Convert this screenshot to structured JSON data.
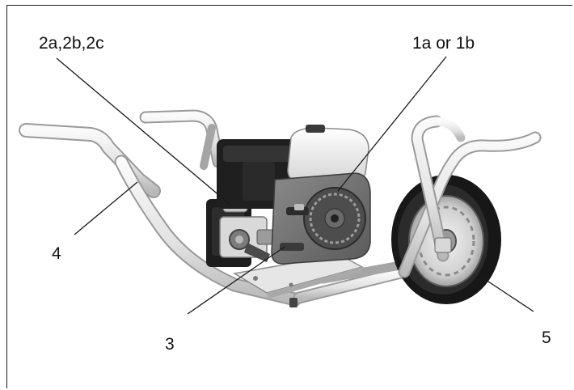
{
  "callouts": {
    "engine": "1a or 1b",
    "pump": "2a,2b,2c",
    "base_plate": "3",
    "frame": "4",
    "wheel": "5"
  }
}
